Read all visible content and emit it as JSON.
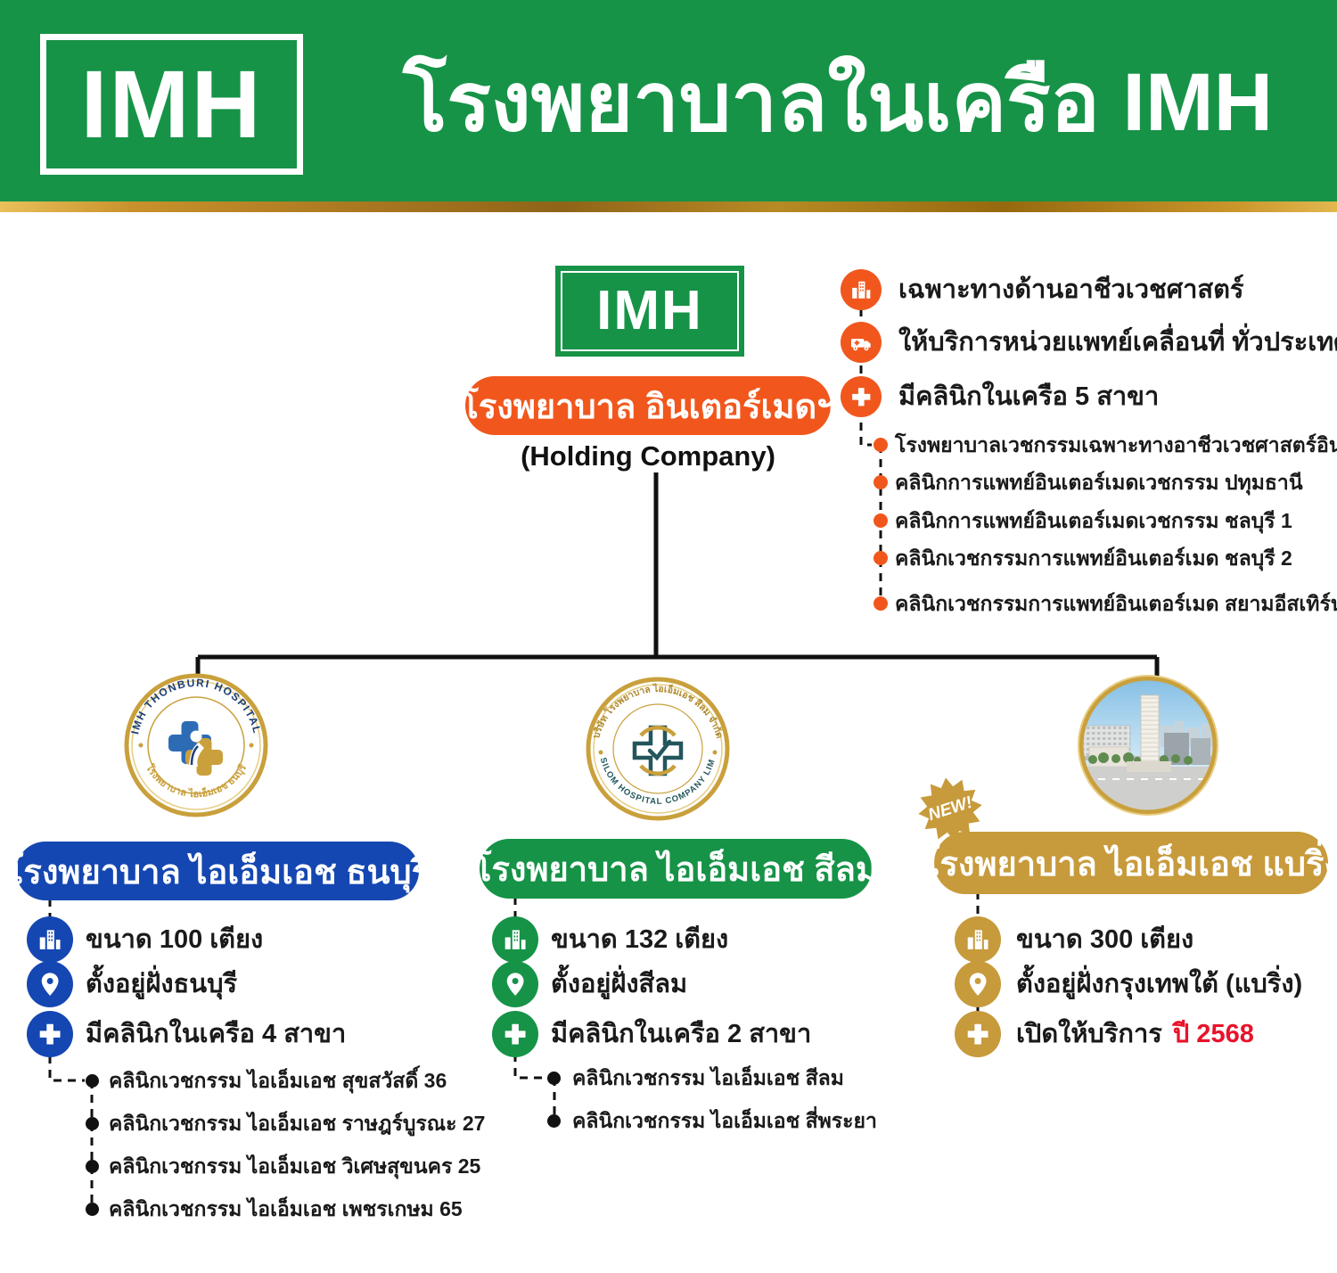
{
  "colors": {
    "brand_green": "#169347",
    "accent_orange": "#F1571D",
    "thonburi_blue": "#1547B2",
    "silom_green": "#169347",
    "bearing_gold": "#C79A3B",
    "highlight_red": "#E8132A",
    "gold_strip": "#C8912B"
  },
  "header": {
    "logo_text": "IMH",
    "title": "โรงพยาบาลในเครือ IMH"
  },
  "holding": {
    "logo_text": "IMH",
    "name": "โรงพยาบาล อินเตอร์เมดฯ",
    "subtitle": "(Holding Company)",
    "features": [
      {
        "icon": "building-icon",
        "text": "เฉพาะทางด้านอาชีวเวชศาสตร์"
      },
      {
        "icon": "ambulance-icon",
        "text": "ให้บริการหน่วยแพทย์เคลื่อนที่ ทั่วประเทศ"
      },
      {
        "icon": "medical-cross-icon",
        "text": "มีคลินิกในเครือ 5 สาขา"
      }
    ],
    "clinics": [
      "โรงพยาบาลเวชกรรมเฉพาะทางอาชีวเวชศาสตร์อินเตอร์เมด",
      "คลินิกการแพทย์อินเตอร์เมดเวชกรรม ปทุมธานี",
      "คลินิกการแพทย์อินเตอร์เมดเวชกรรม ชลบุรี 1",
      "คลินิกเวชกรรมการแพทย์อินเตอร์เมด ชลบุรี 2",
      "คลินิกเวชกรรมการแพทย์อินเตอร์เมด สยามอีสเทิร์น"
    ]
  },
  "hospitals": [
    {
      "name": "โรงพยาบาล ไอเอ็มเอช ธนบุรี",
      "accent": "#1547B2",
      "seal_top": "IMH THONBURI HOSPITAL",
      "seal_bottom": "โรงพยาบาล ไอเอ็มเอช ธนบุรี",
      "features": [
        {
          "icon": "building-icon",
          "text": "ขนาด 100 เตียง"
        },
        {
          "icon": "location-pin-icon",
          "text": "ตั้งอยู่ฝั่งธนบุรี"
        },
        {
          "icon": "medical-cross-icon",
          "text": "มีคลินิกในเครือ 4 สาขา"
        }
      ],
      "clinics": [
        "คลินิกเวชกรรม ไอเอ็มเอช สุขสวัสดิ์ 36",
        "คลินิกเวชกรรม ไอเอ็มเอช ราษฎร์บูรณะ 27",
        "คลินิกเวชกรรม ไอเอ็มเอช วิเศษสุขนคร 25",
        "คลินิกเวชกรรม ไอเอ็มเอช เพชรเกษม 65"
      ]
    },
    {
      "name": "โรงพยาบาล ไอเอ็มเอช สีลม",
      "accent": "#169347",
      "seal_top": "บริษัท โรงพยาบาล ไอเอ็มเอช สีลม จำกัด",
      "seal_bottom": "IMH SILOM HOSPITAL COMPANY LIMITED",
      "features": [
        {
          "icon": "building-icon",
          "text": "ขนาด 132 เตียง"
        },
        {
          "icon": "location-pin-icon",
          "text": "ตั้งอยู่ฝั่งสีลม"
        },
        {
          "icon": "medical-cross-icon",
          "text": "มีคลินิกในเครือ 2 สาขา"
        }
      ],
      "clinics": [
        "คลินิกเวชกรรม ไอเอ็มเอช สีลม",
        "คลินิกเวชกรรม ไอเอ็มเอช สี่พระยา"
      ]
    },
    {
      "name": "โรงพยาบาล ไอเอ็มเอช แบริ่ง",
      "accent": "#C79A3B",
      "badge": "NEW!",
      "features": [
        {
          "icon": "building-icon",
          "text": "ขนาด 300 เตียง"
        },
        {
          "icon": "location-pin-icon",
          "text": "ตั้งอยู่ฝั่งกรุงเทพใต้ (แบริ่ง)"
        },
        {
          "icon": "medical-cross-icon",
          "text": "เปิดให้บริการ",
          "highlight": "ปี 2568"
        }
      ],
      "clinics": []
    }
  ]
}
